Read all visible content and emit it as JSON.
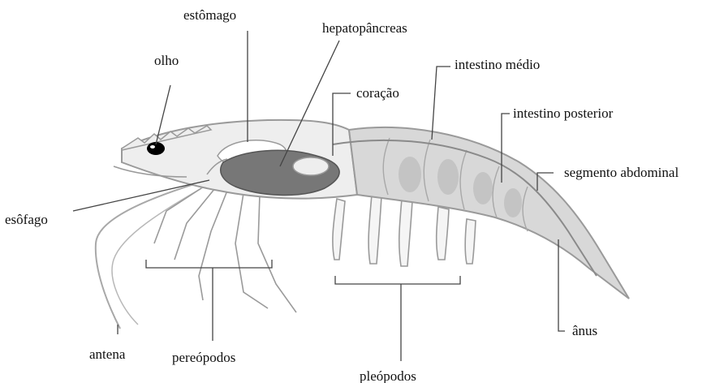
{
  "diagram": {
    "labels": {
      "estomago": "estômago",
      "hepatopancreas": "hepatopâncreas",
      "olho": "olho",
      "intestino_medio": "intestino médio",
      "coracao": "coração",
      "intestino_posterior": "intestino posterior",
      "segmento_abdominal": "segmento abdominal",
      "esofago": "esôfago",
      "anus": "ânus",
      "antena": "antena",
      "pereopodos": "pereópodos",
      "pleopodos": "pleópodos"
    }
  },
  "colors": {
    "outline": "#9a9a9a",
    "body_fill": "#eeeeee",
    "abdomen_fill": "#d8d8d8",
    "hepatopancreas_fill": "#777777",
    "leader_line": "#444444",
    "eye": "#000000"
  }
}
